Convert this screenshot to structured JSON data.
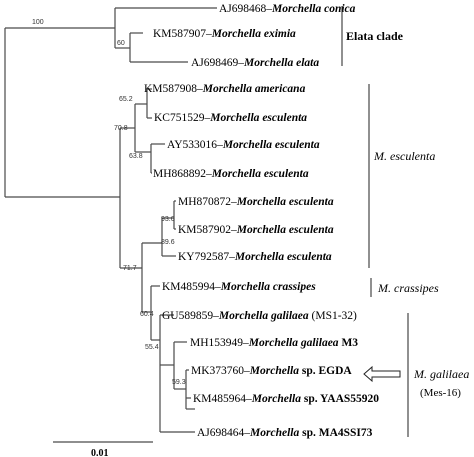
{
  "taxa": [
    {
      "accession": "AJ698468",
      "genus": "Morchella",
      "epithet": "conica",
      "extra": ""
    },
    {
      "accession": "KM587907",
      "genus": "Morchella",
      "epithet": "eximia",
      "extra": ""
    },
    {
      "accession": "AJ698469",
      "genus": "Morchella",
      "epithet": "elata",
      "extra": ""
    },
    {
      "accession": "KM587908",
      "genus": "Morchella",
      "epithet": "americana",
      "extra": ""
    },
    {
      "accession": "KC751529",
      "genus": "Morchella",
      "epithet": "esculenta",
      "extra": ""
    },
    {
      "accession": "AY533016",
      "genus": "Morchella",
      "epithet": "esculenta",
      "extra": ""
    },
    {
      "accession": "MH868892",
      "genus": "Morchella",
      "epithet": "esculenta",
      "extra": ""
    },
    {
      "accession": "MH870872",
      "genus": "Morchella",
      "epithet": "esculenta",
      "extra": ""
    },
    {
      "accession": "KM587902",
      "genus": "Morchella",
      "epithet": "esculenta",
      "extra": ""
    },
    {
      "accession": "KY792587",
      "genus": "Morchella",
      "epithet": "esculenta",
      "extra": ""
    },
    {
      "accession": "KM485994",
      "genus": "Morchella",
      "epithet": "crassipes",
      "extra": ""
    },
    {
      "accession": "GU589859",
      "genus": "Morchella",
      "epithet": "galilaea",
      "extra": "(MS1-32)"
    },
    {
      "accession": "MH153949",
      "genus": "Morchella",
      "epithet": "galilaea",
      "extra": "M3"
    },
    {
      "accession": "MK373760",
      "genus": "Morchella",
      "epithet": "",
      "extra": "sp. EGDA"
    },
    {
      "accession": "KM485964",
      "genus": "Morchella",
      "epithet": "",
      "extra": "sp. YAAS55920"
    },
    {
      "accession": "AJ698464",
      "genus": "Morchella",
      "epithet": "",
      "extra": "sp. MA4SSI73"
    }
  ],
  "bootstrap": [
    "100",
    "60",
    "65.2",
    "70.8",
    "63.8",
    "93.6",
    "89.6",
    "71.7",
    "60.4",
    "55.4",
    "59.3"
  ],
  "clades": {
    "elata": "Elata clade",
    "esculenta": "M. esculenta",
    "crassipes": "M. crassipes",
    "galilaea": "M. galilaea",
    "galilaea_note": "(Mes-16)"
  },
  "scale_label": "0.01",
  "colors": {
    "branch": "#4a4a4a",
    "text": "#000000"
  }
}
